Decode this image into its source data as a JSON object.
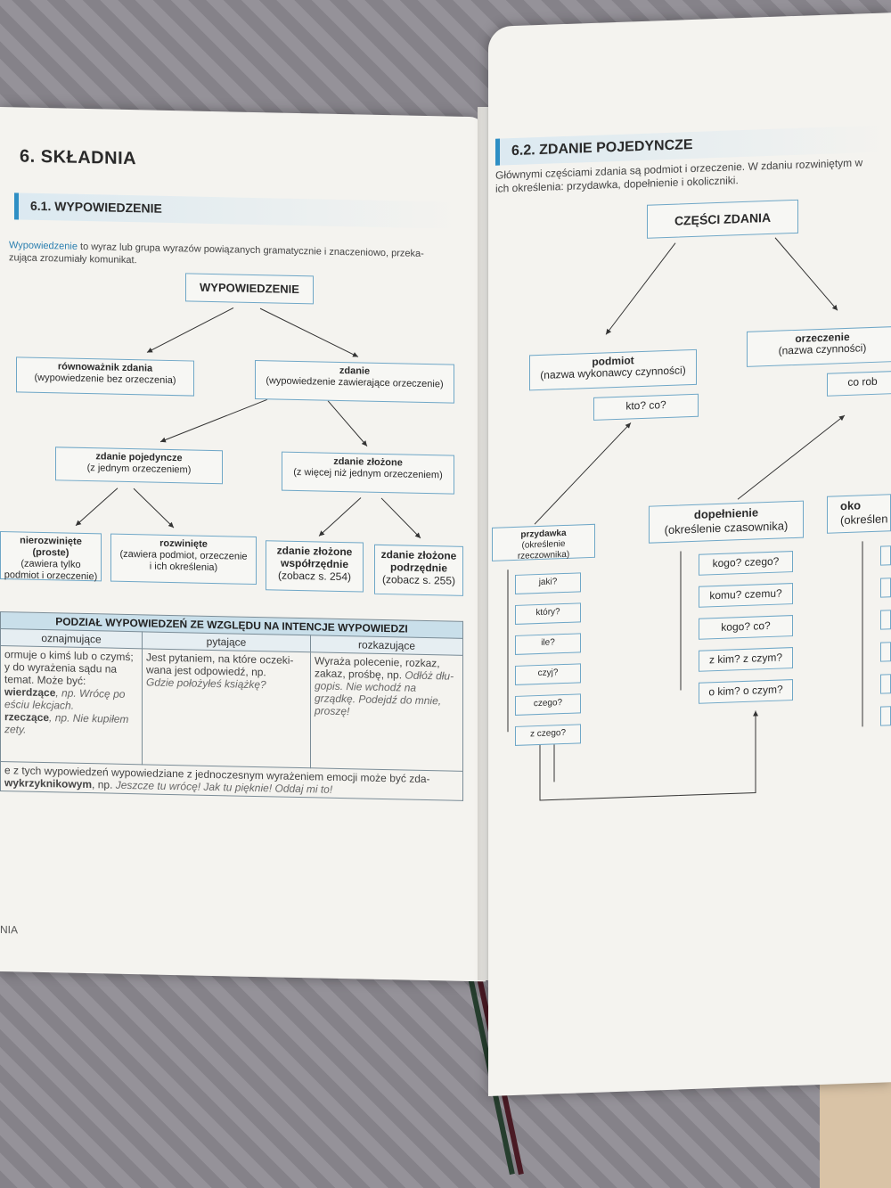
{
  "left_page": {
    "chapter_title": "6. SKŁADNIA",
    "section_title": "6.1. WYPOWIEDZENIE",
    "intro_term": "Wypowiedzenie",
    "intro_rest_1": " to wyraz lub grupa wyrazów powiązanych gramatycznie i znaczeniowo, przeka-",
    "intro_rest_2": "zująca zrozumiały komunikat.",
    "diagram": {
      "root": "WYPOWIEDZENIE",
      "rownowaznik_title": "równoważnik zdania",
      "rownowaznik_desc": "(wypowiedzenie bez orzeczenia)",
      "zdanie_title": "zdanie",
      "zdanie_desc": "(wypowiedzenie zawierające orzeczenie)",
      "pojedyncze_title": "zdanie pojedyncze",
      "pojedyncze_desc": "(z jednym orzeczeniem)",
      "zlozone_title": "zdanie złożone",
      "zlozone_desc": "(z więcej niż jednym orzeczeniem)",
      "nierozwiniete_title": "nierozwinięte (proste)",
      "nierozwiniete_desc1": "(zawiera tylko",
      "nierozwiniete_desc2": "podmiot i orzeczenie)",
      "rozwiniete_title": "rozwinięte",
      "rozwiniete_desc1": "(zawiera podmiot, orzeczenie",
      "rozwiniete_desc2": "i ich określenia)",
      "wspolrzedne_title1": "zdanie złożone",
      "wspolrzedne_title2": "współrzędnie",
      "wspolrzedne_ref": "(zobacz s. 254)",
      "podrzedne_title1": "zdanie złożone",
      "podrzedne_title2": "podrzędnie",
      "podrzedne_ref": "(zobacz s. 255)"
    },
    "table": {
      "title": "PODZIAŁ WYPOWIEDZEŃ ZE WZGLĘDU NA INTENCJE WYPOWIEDZI",
      "headers": [
        "oznajmujące",
        "pytające",
        "rozkazujące"
      ],
      "col1_text": "ormuje o kimś lub o czymś; y do wyrażenia sądu na temat. Może być:",
      "col1_item1": "wierdzące",
      "col1_item1_ex": ", np. Wrócę po",
      "col1_item1_ex2": "eściu lekcjach.",
      "col1_item2": "rzeczące",
      "col1_item2_ex": ", np. Nie kupiłem",
      "col1_item2_ex2": "zety.",
      "col2_text": "Jest pytaniem, na które oczeki-wana jest odpowiedź, np.",
      "col2_ex": "Gdzie położyłeś książkę?",
      "col3_text": "Wyraża polecenie, rozkaz, zakaz, prośbę, np.",
      "col3_ex": "Odłóż dłu-gopis. Nie wchodź na grządkę. Podejdź do mnie, proszę!",
      "footer_1": "e z tych wypowiedzeń wypowiedziane z jednoczesnym wyrażeniem emocji może być zda-",
      "footer_bold": "wykrzyknikowym",
      "footer_2": ", np. ",
      "footer_ex": "Jeszcze tu wrócę! Jak tu pięknie! Oddaj mi to!"
    },
    "footer_running": "NIA"
  },
  "right_page": {
    "section_title": "6.2. ZDANIE POJEDYNCZE",
    "intro_1": "Głównymi częściami zdania są podmiot i orzeczenie. W zdaniu rozwiniętym w",
    "intro_2": "ich określenia: przydawka, dopełnienie i okoliczniki.",
    "diagram": {
      "root": "CZĘŚCI ZDANIA",
      "podmiot_title": "podmiot",
      "podmiot_desc": "(nazwa wykonawcy czynności)",
      "podmiot_q": "kto? co?",
      "orzeczenie_title": "orzeczenie",
      "orzeczenie_desc": "(nazwa czynności)",
      "orzeczenie_q": "co rob",
      "przydawka_title": "przydawka",
      "przydawka_desc": "(określenie rzeczownika)",
      "przydawka_qs": [
        "jaki?",
        "który?",
        "ile?",
        "czyj?",
        "czego?",
        "z czego?"
      ],
      "dopelnienie_title": "dopełnienie",
      "dopelnienie_desc": "(określenie czasownika)",
      "dopelnienie_qs": [
        "kogo? czego?",
        "komu? czemu?",
        "kogo? co?",
        "z kim? z czym?",
        "o kim? o czym?"
      ],
      "okolicznik_title": "oko",
      "okolicznik_desc": "(określen"
    }
  }
}
